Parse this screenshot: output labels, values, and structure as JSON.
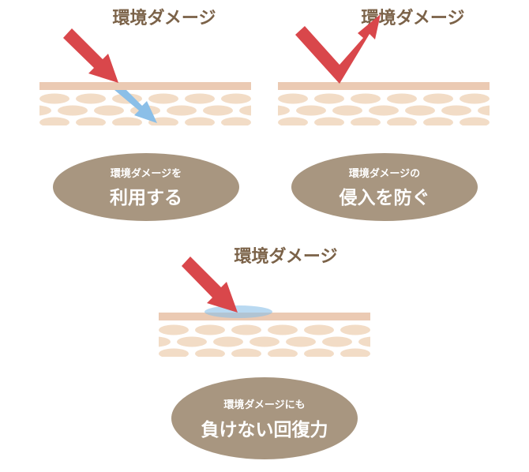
{
  "colors": {
    "title": "#7b6248",
    "arrow_red": "#d9474b",
    "arrow_blue": "#8bbfe8",
    "skin_band": "#ebcab3",
    "cells": "#f2dcc6",
    "pill": "#a89680"
  },
  "panels": [
    {
      "title": "環境ダメージ",
      "label_small": "環境ダメージを",
      "label_big": "利用する"
    },
    {
      "title": "環境ダメージ",
      "label_small": "環境ダメージの",
      "label_big": "侵入を防ぐ"
    },
    {
      "title": "環境ダメージ",
      "label_small": "環境ダメージにも",
      "label_big": "負けない回復力"
    }
  ]
}
